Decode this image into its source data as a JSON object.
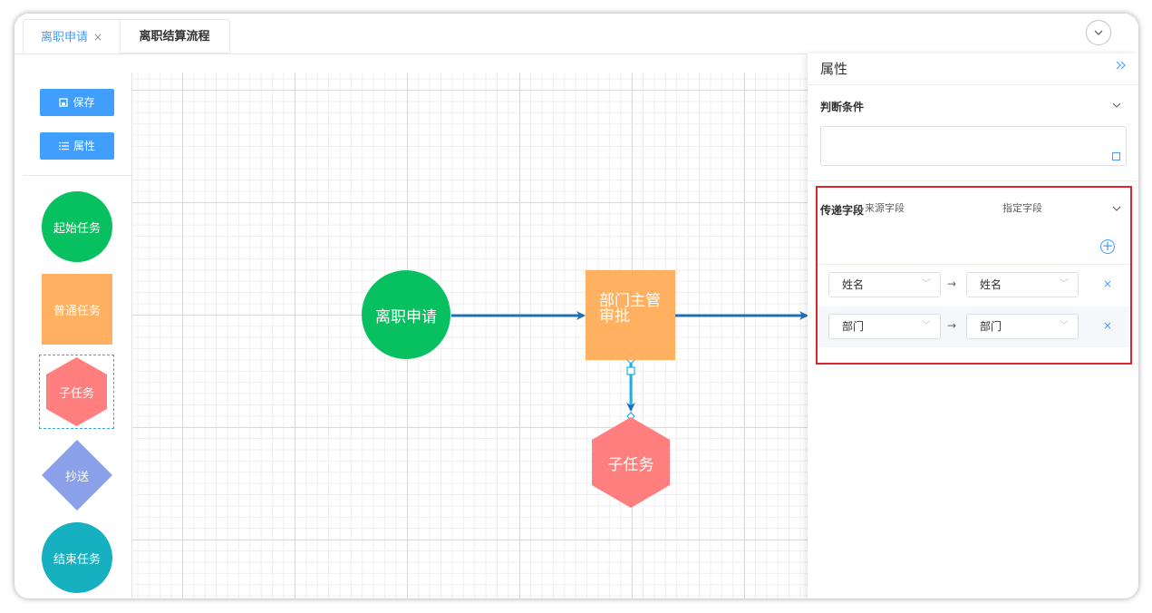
{
  "tabs": [
    {
      "label": "离职申请",
      "active": true,
      "close": "×"
    },
    {
      "label": "离职结算流程",
      "active": false
    }
  ],
  "toolbar": {
    "save_label": "保存",
    "props_label": "属性"
  },
  "palette": {
    "start": "起始任务",
    "normal": "普通任务",
    "sub": "子任务",
    "cc": "抄送",
    "end": "结束任务"
  },
  "flow": {
    "start_node": "离职申请",
    "approve_node_line1": "部门主管",
    "approve_node_line2": "审批",
    "sub_node": "子任务"
  },
  "panel": {
    "title": "属性",
    "condition_title": "判断条件",
    "condition_value": "",
    "transfer_title": "传递字段",
    "col_source": "来源字段",
    "col_target": "指定字段",
    "rows": [
      {
        "source": "姓名",
        "target": "姓名"
      },
      {
        "source": "部门",
        "target": "部门"
      }
    ]
  },
  "colors": {
    "accent": "#409eff",
    "start": "#07c160",
    "task": "#ffb060",
    "sub": "#ff7f7f",
    "cc": "#8aa0e8",
    "end": "#16b0c0",
    "edge": "#1f6fb3",
    "highlight": "#d9262c"
  }
}
